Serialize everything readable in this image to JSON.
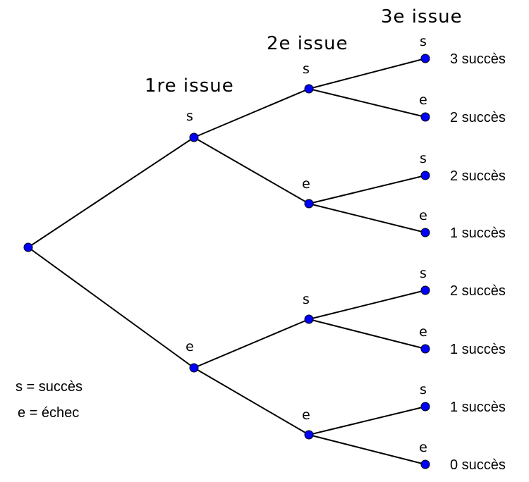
{
  "headers": {
    "level1": "1re issue",
    "level2": "2e issue",
    "level3": "3e issue"
  },
  "legend": {
    "success": "s = succès",
    "failure": "e = échec"
  },
  "colors": {
    "node_fill": "#0000ff",
    "edge": "#000000"
  },
  "tree": {
    "root": "",
    "level1": [
      {
        "label": "s"
      },
      {
        "label": "e"
      }
    ],
    "level2": [
      {
        "label": "s"
      },
      {
        "label": "e"
      },
      {
        "label": "s"
      },
      {
        "label": "e"
      }
    ],
    "level3": [
      {
        "label": "s",
        "result": "3 succès"
      },
      {
        "label": "e",
        "result": "2 succès"
      },
      {
        "label": "s",
        "result": "2 succès"
      },
      {
        "label": "e",
        "result": "1 succès"
      },
      {
        "label": "s",
        "result": "2 succès"
      },
      {
        "label": "e",
        "result": "1 succès"
      },
      {
        "label": "s",
        "result": "1 succès"
      },
      {
        "label": "e",
        "result": "0 succès"
      }
    ]
  }
}
